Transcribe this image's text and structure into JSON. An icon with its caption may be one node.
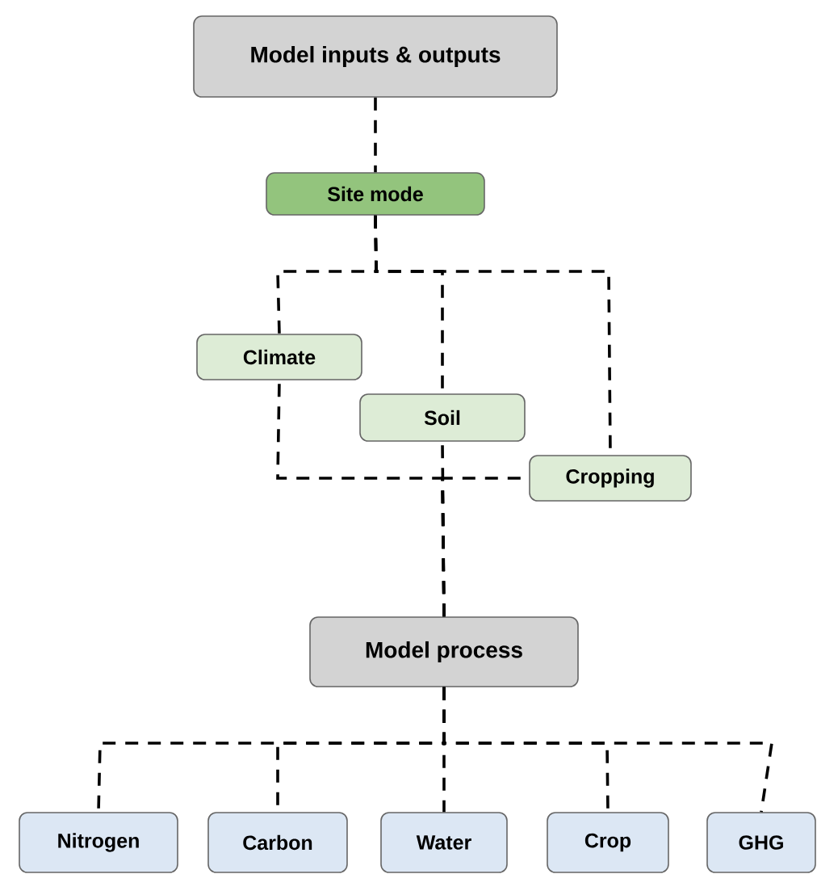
{
  "diagram": {
    "nodes": [
      {
        "text": [
          "Model inputs & outputs"
        ]
      },
      {
        "text": [
          "Site mode"
        ]
      },
      {
        "text": [
          "Climate"
        ]
      },
      {
        "text": [
          "Soil"
        ]
      },
      {
        "text": [
          "Cropping"
        ]
      },
      {
        "text": [
          "Model process"
        ]
      },
      {
        "text": [
          "Nitrogen"
        ]
      },
      {
        "text": [
          "Carbon"
        ]
      },
      {
        "text": [
          "Water"
        ]
      },
      {
        "text": [
          "Crop"
        ]
      },
      {
        "text": [
          "GHG"
        ]
      }
    ],
    "edges": [
      {
        "from": 0,
        "to": 1,
        "arrow": "none",
        "style": "dashed"
      },
      {
        "from": 1,
        "to": 2,
        "arrow": "none",
        "style": "dashed"
      },
      {
        "from": 1,
        "to": 3,
        "arrow": "none",
        "style": "dashed"
      },
      {
        "from": 1,
        "to": 4,
        "arrow": "none",
        "style": "dashed"
      },
      {
        "from": 2,
        "to": 5,
        "arrow": "none",
        "style": "dashed"
      },
      {
        "from": 3,
        "to": 5,
        "arrow": "none",
        "style": "dashed"
      },
      {
        "from": 4,
        "to": 5,
        "arrow": "none",
        "style": "dashed"
      },
      {
        "from": 5,
        "to": 6,
        "arrow": "none",
        "style": "dashed"
      },
      {
        "from": 5,
        "to": 7,
        "arrow": "none",
        "style": "dashed"
      },
      {
        "from": 5,
        "to": 8,
        "arrow": "none",
        "style": "dashed"
      },
      {
        "from": 5,
        "to": 9,
        "arrow": "none",
        "style": "dashed"
      },
      {
        "from": 5,
        "to": 10,
        "arrow": "none",
        "style": "dashed"
      }
    ]
  }
}
